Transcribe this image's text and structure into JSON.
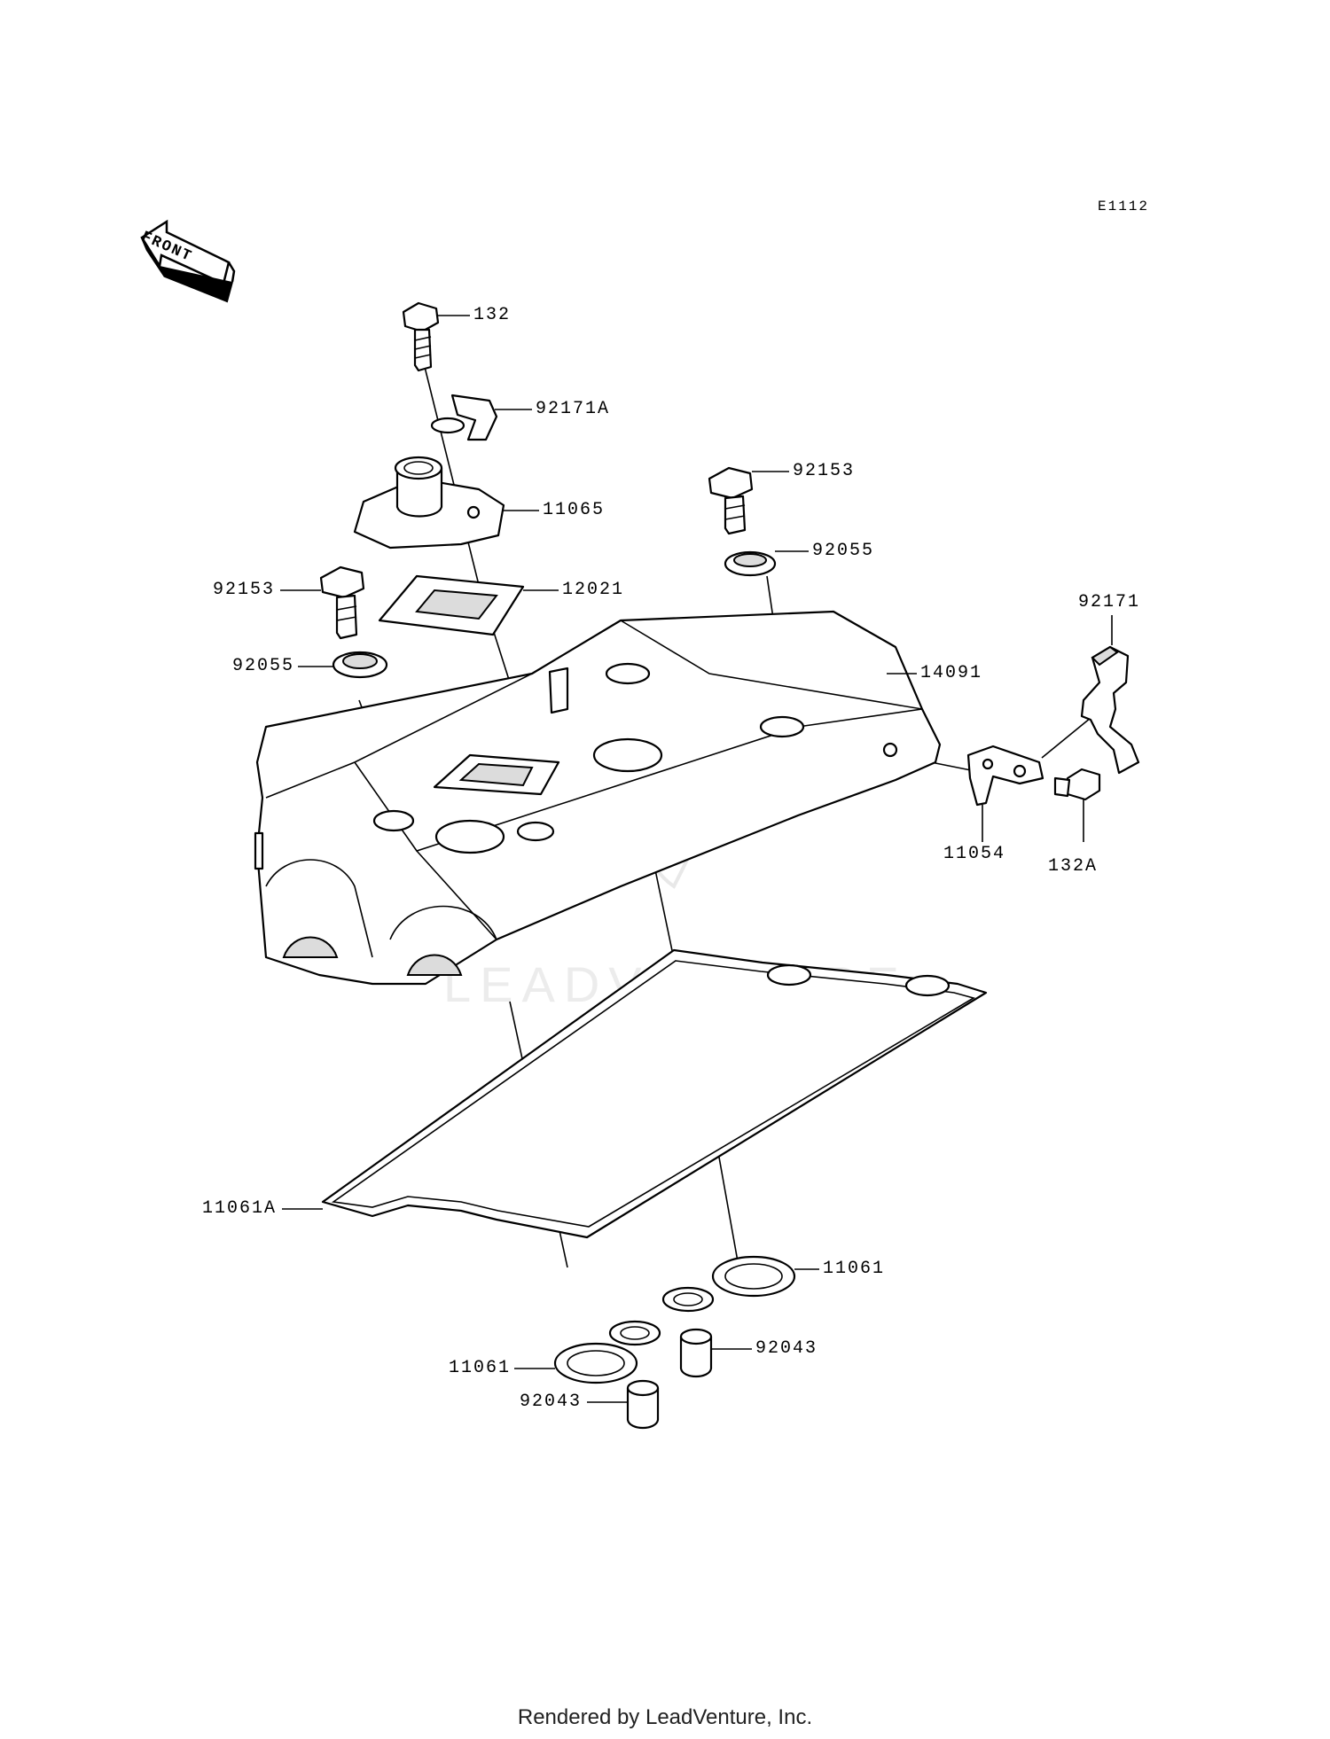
{
  "diagram_code": "E1112",
  "front_indicator": "FRONT",
  "footer": "Rendered by LeadVenture, Inc.",
  "watermark": "LEADVENTURE",
  "callouts": {
    "p132": "132",
    "p92171A": "92171A",
    "p11065": "11065",
    "p92153_right": "92153",
    "p92055_right": "92055",
    "p92153_left": "92153",
    "p12021": "12021",
    "p92055_left": "92055",
    "p14091": "14091",
    "p92171": "92171",
    "p11054": "11054",
    "p132A": "132A",
    "p11061A": "11061A",
    "p11061_right": "11061",
    "p92043_right": "92043",
    "p11061_left": "11061",
    "p92043_left": "92043"
  }
}
